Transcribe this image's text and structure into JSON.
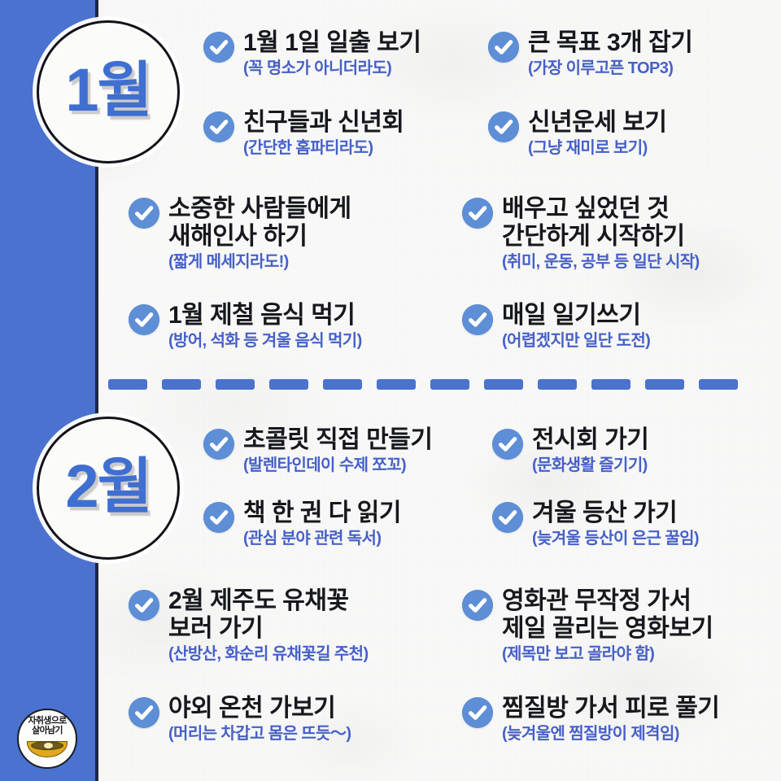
{
  "poster": {
    "background_color": "#f6f6f4",
    "side_band_color": "#4a72ce",
    "accent_color": "#4660c8",
    "check_color": "#5d8ed6",
    "title_color": "#16181d"
  },
  "sections": [
    {
      "badge_label": "1월",
      "items": [
        {
          "title": "1월 1일 일출 보기",
          "sub": "(꼭 명소가 아니더라도)"
        },
        {
          "title": "큰 목표 3개 잡기",
          "sub": "(가장 이루고픈 TOP3)"
        },
        {
          "title": "친구들과 신년회",
          "sub": "(간단한 홈파티라도)"
        },
        {
          "title": "신년운세 보기",
          "sub": "(그냥 재미로 보기)"
        },
        {
          "title": "소중한 사람들에게\n새해인사 하기",
          "sub": "(짧게 메세지라도!)"
        },
        {
          "title": "배우고 싶었던 것\n간단하게 시작하기",
          "sub": "(취미, 운동, 공부 등 일단 시작)"
        },
        {
          "title": "1월 제철 음식 먹기",
          "sub": "(방어, 석화 등 겨울 음식 먹기)"
        },
        {
          "title": "매일 일기쓰기",
          "sub": "(어렵겠지만 일단 도전)"
        }
      ]
    },
    {
      "badge_label": "2월",
      "items": [
        {
          "title": "초콜릿 직접 만들기",
          "sub": "(발렌타인데이 수제 쪼꼬)"
        },
        {
          "title": "전시회 가기",
          "sub": "(문화생활 즐기기)"
        },
        {
          "title": "책 한 권 다 읽기",
          "sub": "(관심 분야 관련 독서)"
        },
        {
          "title": "겨울 등산 가기",
          "sub": "(늦겨울 등산이 은근 꿀임)"
        },
        {
          "title": "2월 제주도 유채꽃\n보러 가기",
          "sub": "(산방산, 화순리 유채꽃길 주천)"
        },
        {
          "title": "영화관 무작정 가서\n제일 끌리는 영화보기",
          "sub": "(제목만 보고 골라야 함)"
        },
        {
          "title": "야외 온천 가보기",
          "sub": "(머리는 차갑고 몸은 뜨듯〜)"
        },
        {
          "title": "찜질방 가서 피로 풀기",
          "sub": "(늦겨울엔 찜질방이 제격임)"
        }
      ]
    }
  ],
  "brand": {
    "line1": "자취생으로",
    "line2": "살아남기",
    "icon": "ramen-bowl-icon"
  },
  "icons": {
    "check": "check-circle-icon"
  }
}
